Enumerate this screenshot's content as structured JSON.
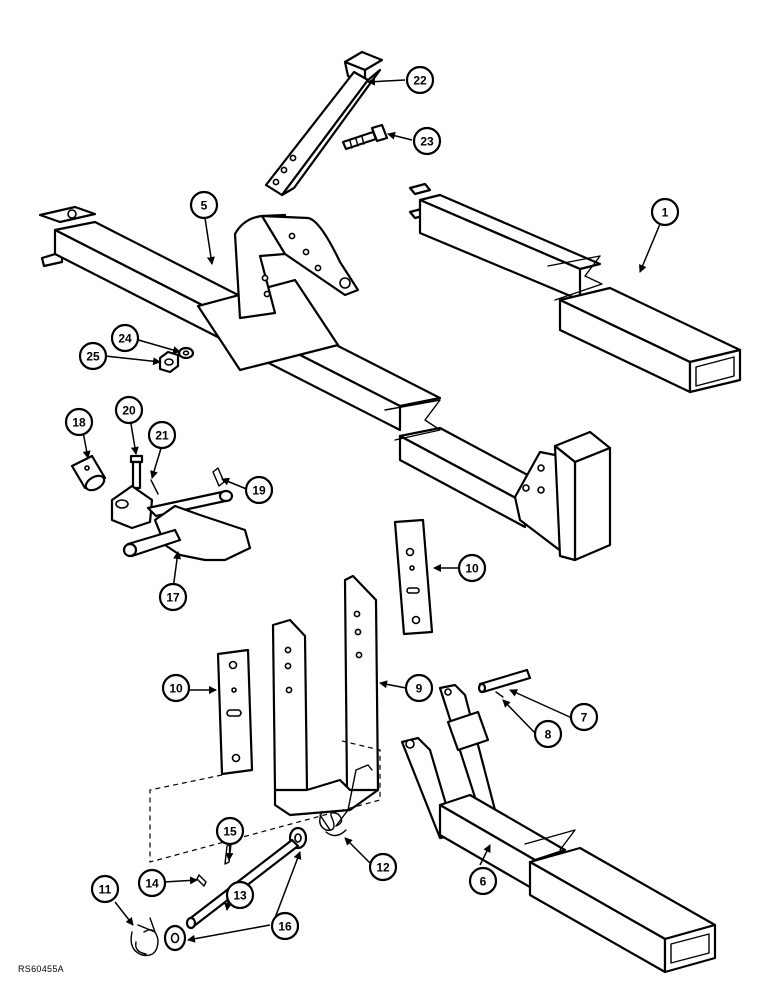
{
  "figure_code": "RS60455A",
  "callouts": [
    {
      "id": "22",
      "label": "22"
    },
    {
      "id": "23",
      "label": "23"
    },
    {
      "id": "5",
      "label": "5"
    },
    {
      "id": "1",
      "label": "1"
    },
    {
      "id": "24",
      "label": "24"
    },
    {
      "id": "25",
      "label": "25"
    },
    {
      "id": "18",
      "label": "18"
    },
    {
      "id": "20",
      "label": "20"
    },
    {
      "id": "21",
      "label": "21"
    },
    {
      "id": "19",
      "label": "19"
    },
    {
      "id": "17",
      "label": "17"
    },
    {
      "id": "10a",
      "label": "10"
    },
    {
      "id": "10b",
      "label": "10"
    },
    {
      "id": "9",
      "label": "9"
    },
    {
      "id": "7",
      "label": "7"
    },
    {
      "id": "8",
      "label": "8"
    },
    {
      "id": "15",
      "label": "15"
    },
    {
      "id": "12",
      "label": "12"
    },
    {
      "id": "14",
      "label": "14"
    },
    {
      "id": "13",
      "label": "13"
    },
    {
      "id": "11",
      "label": "11"
    },
    {
      "id": "16",
      "label": "16"
    },
    {
      "id": "6",
      "label": "6"
    }
  ]
}
